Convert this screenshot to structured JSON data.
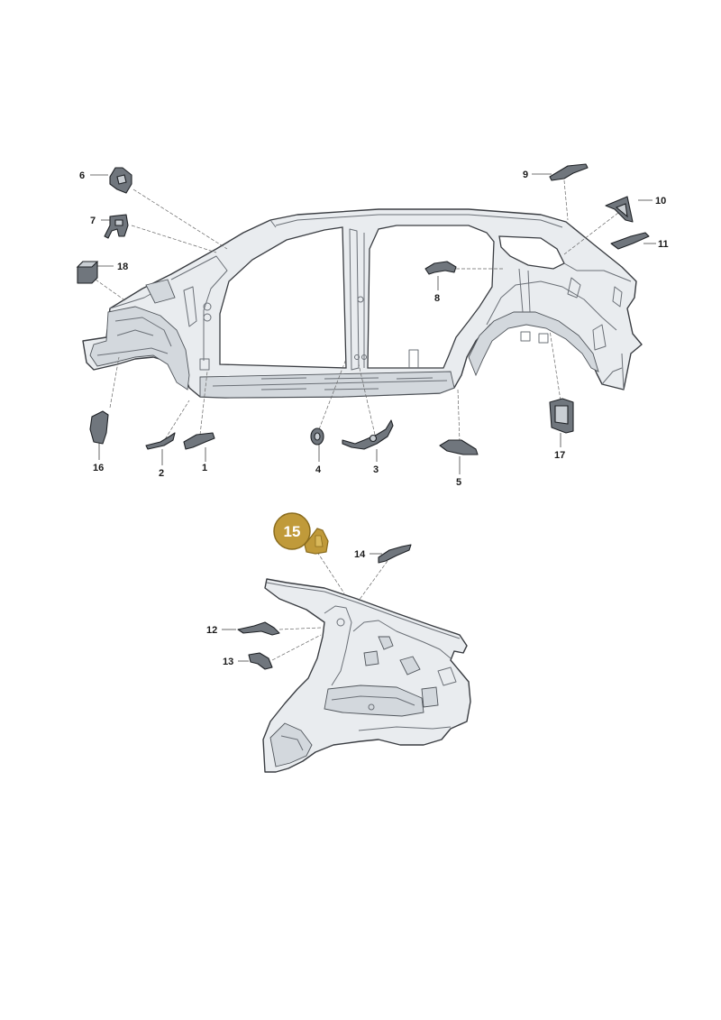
{
  "diagram": {
    "callouts": [
      "1",
      "2",
      "3",
      "4",
      "5",
      "6",
      "7",
      "8",
      "9",
      "10",
      "11",
      "12",
      "13",
      "14",
      "16",
      "17",
      "18"
    ],
    "highlight": {
      "label": "15",
      "color": "#c09a3a"
    },
    "colors": {
      "part": "#70767d",
      "panel": "#e9ecef",
      "outline": "#3a3d42"
    }
  }
}
